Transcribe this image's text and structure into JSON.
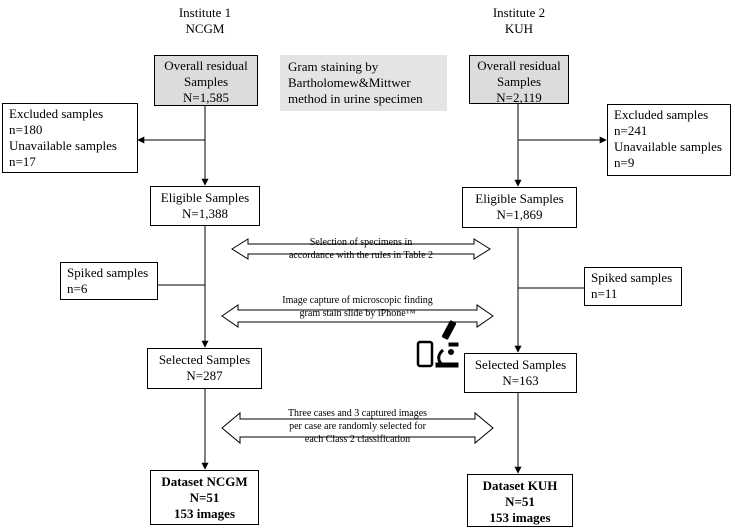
{
  "institute1": {
    "header_line1": "Institute 1",
    "header_line2": "NCGM",
    "overall": [
      "Overall residual",
      "Samples",
      "N=1,585"
    ],
    "excluded": [
      "Excluded samples",
      "n=180",
      "Unavailable samples",
      "n=17"
    ],
    "eligible": [
      "Eligible Samples",
      "N=1,388"
    ],
    "spiked": [
      "Spiked samples",
      "n=6"
    ],
    "selected": [
      "Selected Samples",
      "N=287"
    ],
    "dataset": [
      "Dataset NCGM",
      "N=51",
      "153 images"
    ]
  },
  "institute2": {
    "header_line1": "Institute 2",
    "header_line2": "KUH",
    "overall": [
      "Overall residual",
      "Samples",
      "N=2,119"
    ],
    "excluded": [
      "Excluded samples",
      "n=241",
      "Unavailable samples",
      "n=9"
    ],
    "eligible": [
      "Eligible Samples",
      "N=1,869"
    ],
    "spiked": [
      "Spiked samples",
      "n=11"
    ],
    "selected": [
      "Selected Samples",
      "N=163"
    ],
    "dataset": [
      "Dataset KUH",
      "N=51",
      "153 images"
    ]
  },
  "gram_note": [
    "Gram staining by",
    "Bartholomew&Mittwer",
    "method in urine specimen"
  ],
  "arrow_selection": [
    "Selection of specimens in",
    "accordance with the rules in Table 2"
  ],
  "arrow_capture": [
    "Image capture of microscopic finding",
    "gram stain slide by iPhone™"
  ],
  "arrow_random": [
    "Three cases and 3 captured images",
    "per case are randomly selected for",
    "each Class 2 classification"
  ],
  "icons": [
    "smartphone-icon",
    "microscope-icon"
  ]
}
